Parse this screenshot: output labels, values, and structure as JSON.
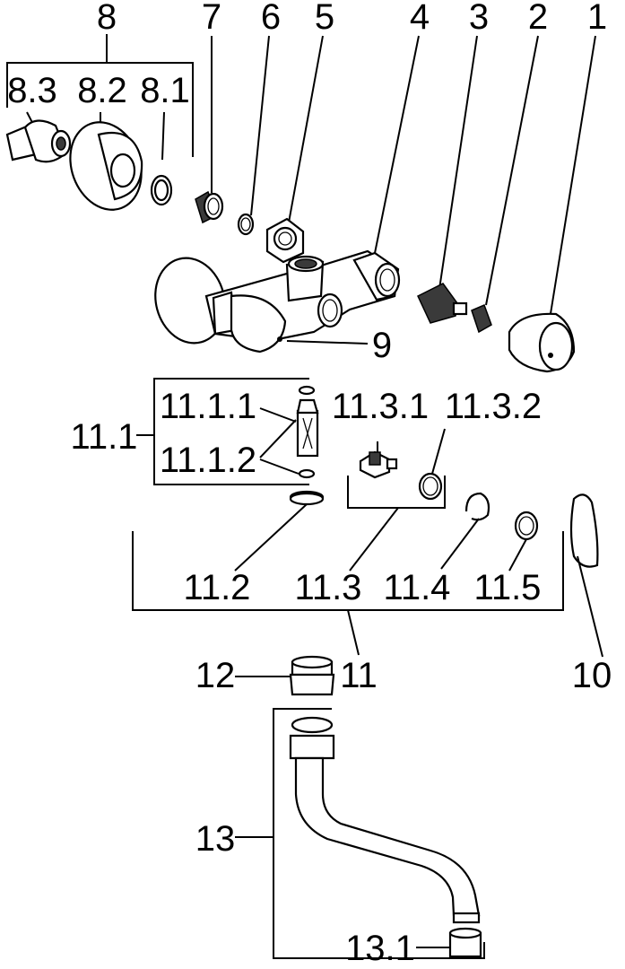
{
  "diagram": {
    "labels": {
      "p1": "1",
      "p2": "2",
      "p3": "3",
      "p4": "4",
      "p5": "5",
      "p6": "6",
      "p7": "7",
      "p8": "8",
      "p8_1": "8.1",
      "p8_2": "8.2",
      "p8_3": "8.3",
      "p9": "9",
      "p10": "10",
      "p11": "11",
      "p11_1": "11.1",
      "p11_1_1": "11.1.1",
      "p11_1_2": "11.1.2",
      "p11_2": "11.2",
      "p11_3": "11.3",
      "p11_3_1": "11.3.1",
      "p11_3_2": "11.3.2",
      "p11_4": "11.4",
      "p11_5": "11.5",
      "p12": "12",
      "p13": "13",
      "p13_1": "13.1"
    },
    "colors": {
      "line": "#000000",
      "fill": "#ffffff",
      "shade": "#3a3a3a"
    }
  }
}
